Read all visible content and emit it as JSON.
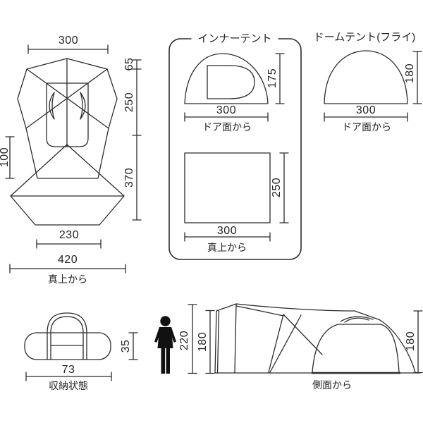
{
  "top_view": {
    "caption": "真上から",
    "dim_top_width": "300",
    "dim_right_upper": "65",
    "dim_right_middle": "250",
    "dim_right_lower": "370",
    "dim_left": "100",
    "dim_bottom_inner": "230",
    "dim_bottom_total": "420"
  },
  "inner_tent": {
    "title": "インナーテント",
    "door_view": {
      "dim_height": "175",
      "dim_width": "300",
      "caption": "ドア面から"
    },
    "top_view": {
      "dim_height": "250",
      "dim_width": "300",
      "caption": "真上から"
    }
  },
  "dome_fly": {
    "title": "ドームテント(フライ)",
    "dim_height": "180",
    "dim_width": "300",
    "caption": "ドア面から"
  },
  "storage": {
    "dim_height": "35",
    "dim_width": "73",
    "caption": "収納状態"
  },
  "side_view": {
    "dim_peak_height": "220",
    "dim_left_height": "180",
    "dim_right_height": "180",
    "caption": "側面から"
  },
  "colors": {
    "line": "#2b2b2b",
    "text": "#242424",
    "background": "#ffffff"
  }
}
